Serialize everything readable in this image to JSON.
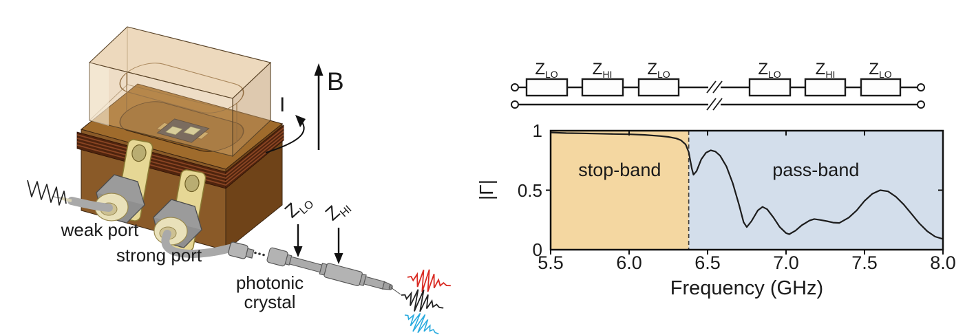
{
  "device": {
    "b_label": "B",
    "i_label": "I",
    "weak_port": "weak port",
    "strong_port": "strong port",
    "crystal_line1": "photonic",
    "crystal_line2": "crystal",
    "z_lo": {
      "main": "Z",
      "sub": "LO"
    },
    "z_hi": {
      "main": "Z",
      "sub": "HI"
    },
    "colors": {
      "box_front": "#8a5a28",
      "box_side": "#6f4318",
      "box_top": "#9f6b2c",
      "cavity": "#8a5a22",
      "coil": "#4f240e",
      "coil_strand": "#8a4523",
      "lid": "#d8b27e",
      "brass": "#e6d795",
      "hex_nut": "#9b9b9b",
      "cream_ring": "#e9e1ba",
      "cable": "#a9a9a9",
      "packet_red": "#d92b23",
      "packet_black": "#222222",
      "packet_cyan": "#2aabdf"
    }
  },
  "circuit": {
    "blocks": [
      {
        "main": "Z",
        "sub": "LO"
      },
      {
        "main": "Z",
        "sub": "HI"
      },
      {
        "main": "Z",
        "sub": "LO"
      },
      {
        "main": "Z",
        "sub": "LO"
      },
      {
        "main": "Z",
        "sub": "HI"
      },
      {
        "main": "Z",
        "sub": "LO"
      }
    ]
  },
  "chart_data": {
    "type": "line",
    "title": "",
    "xlabel": "Frequency (GHz)",
    "ylabel": "|Γ|",
    "xlim": [
      5.5,
      8.0
    ],
    "ylim": [
      0,
      1
    ],
    "x_ticks": [
      5.5,
      6.0,
      6.5,
      7.0,
      7.5,
      8.0
    ],
    "x_tick_labels": [
      "5.5",
      "6.0",
      "6.5",
      "7.0",
      "7.5",
      "8.0"
    ],
    "y_ticks": [
      0,
      0.5,
      1
    ],
    "y_tick_labels": [
      "0",
      "0.5",
      "1"
    ],
    "grid": false,
    "dashed_line_x": 6.38,
    "regions": [
      {
        "label": "stop-band",
        "from": 5.5,
        "to": 6.38,
        "color": "#f4d7a1"
      },
      {
        "label": "pass-band",
        "from": 6.38,
        "to": 8.0,
        "color": "#d3deeb"
      }
    ],
    "series": [
      {
        "name": "|Γ|",
        "x": [
          5.5,
          5.6,
          5.7,
          5.8,
          5.9,
          6.0,
          6.1,
          6.2,
          6.25,
          6.3,
          6.33,
          6.36,
          6.38,
          6.4,
          6.41,
          6.43,
          6.46,
          6.49,
          6.52,
          6.55,
          6.58,
          6.62,
          6.66,
          6.7,
          6.73,
          6.75,
          6.78,
          6.82,
          6.85,
          6.88,
          6.92,
          6.96,
          7.0,
          7.02,
          7.06,
          7.1,
          7.15,
          7.18,
          7.22,
          7.26,
          7.3,
          7.34,
          7.4,
          7.45,
          7.5,
          7.55,
          7.6,
          7.65,
          7.7,
          7.75,
          7.8,
          7.85,
          7.9,
          7.95,
          8.0
        ],
        "y": [
          0.985,
          0.98,
          0.978,
          0.975,
          0.972,
          0.97,
          0.965,
          0.955,
          0.948,
          0.935,
          0.92,
          0.885,
          0.82,
          0.68,
          0.63,
          0.66,
          0.76,
          0.815,
          0.835,
          0.825,
          0.79,
          0.7,
          0.56,
          0.38,
          0.23,
          0.19,
          0.24,
          0.33,
          0.36,
          0.34,
          0.27,
          0.19,
          0.14,
          0.13,
          0.16,
          0.205,
          0.245,
          0.258,
          0.25,
          0.24,
          0.228,
          0.225,
          0.27,
          0.33,
          0.41,
          0.47,
          0.5,
          0.49,
          0.445,
          0.38,
          0.3,
          0.22,
          0.155,
          0.11,
          0.09
        ]
      }
    ]
  }
}
